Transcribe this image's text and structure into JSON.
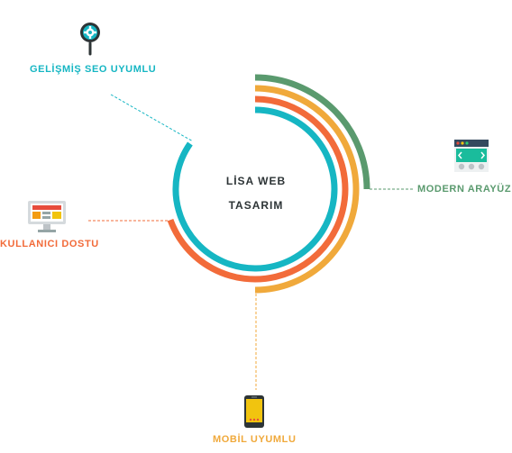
{
  "center": {
    "line1": "LİSA WEB",
    "line2": "TASARIM"
  },
  "features": {
    "seo": {
      "label": "GELİŞMİŞ SEO UYUMLU",
      "color": "#16b6c3",
      "icon": "magnifier-gear-icon"
    },
    "modern": {
      "label": "MODERN ARAYÜZ",
      "color": "#5a9a6e",
      "icon": "browser-window-icon"
    },
    "user": {
      "label": "KULLANICI DOSTU",
      "color": "#f26b3a",
      "icon": "monitor-icon"
    },
    "mobile": {
      "label": "MOBİL UYUMLU",
      "color": "#f0a93b",
      "icon": "smartphone-icon"
    }
  },
  "colors": {
    "teal": "#16b6c3",
    "orange": "#f26b3a",
    "yellow": "#f0a93b",
    "green": "#5a9a6e",
    "text": "#2d3436"
  }
}
